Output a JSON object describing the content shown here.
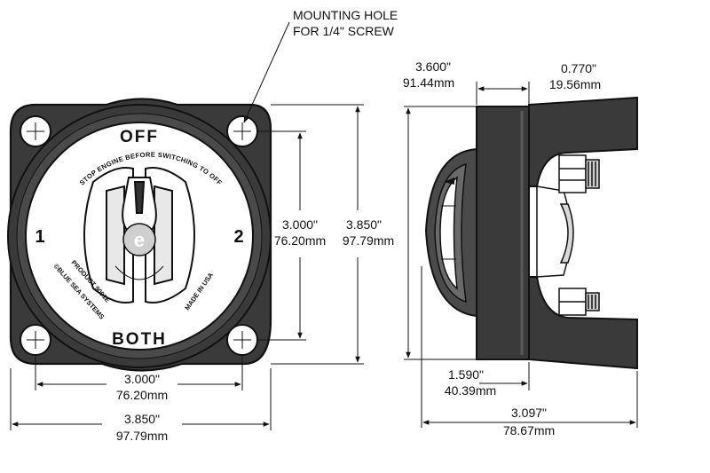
{
  "callout": {
    "line1": "MOUNTING HOLE",
    "line2": "FOR 1/4\" SCREW"
  },
  "switch_face": {
    "top_label": "OFF",
    "bottom_label": "BOTH",
    "left_label": "1",
    "right_label": "2",
    "arc_text": "STOP ENGINE BEFORE SWITCHING TO OFF",
    "brand_text": "©BLUE SEA SYSTEMS",
    "product_text": "PRODUCT 9001E",
    "origin_text": "MADE IN USA",
    "knob_logo": "e"
  },
  "dimensions": {
    "front_hole_height": {
      "in": "3.000\"",
      "mm": "76.20mm"
    },
    "front_total_height": {
      "in": "3.850\"",
      "mm": "97.79mm"
    },
    "front_hole_width": {
      "in": "3.000\"",
      "mm": "76.20mm"
    },
    "front_total_width": {
      "in": "3.850\"",
      "mm": "97.79mm"
    },
    "side_height": {
      "in": "3.600\"",
      "mm": "91.44mm"
    },
    "side_flange": {
      "in": "0.770\"",
      "mm": "19.56mm"
    },
    "side_knob_depth": {
      "in": "1.590\"",
      "mm": "40.39mm"
    },
    "side_total_depth": {
      "in": "3.097\"",
      "mm": "78.67mm"
    }
  },
  "colors": {
    "body_fill": "#3a3a3a",
    "body_fill_light": "#5a5a5a",
    "face_fill": "#ffffff",
    "line": "#111111"
  }
}
